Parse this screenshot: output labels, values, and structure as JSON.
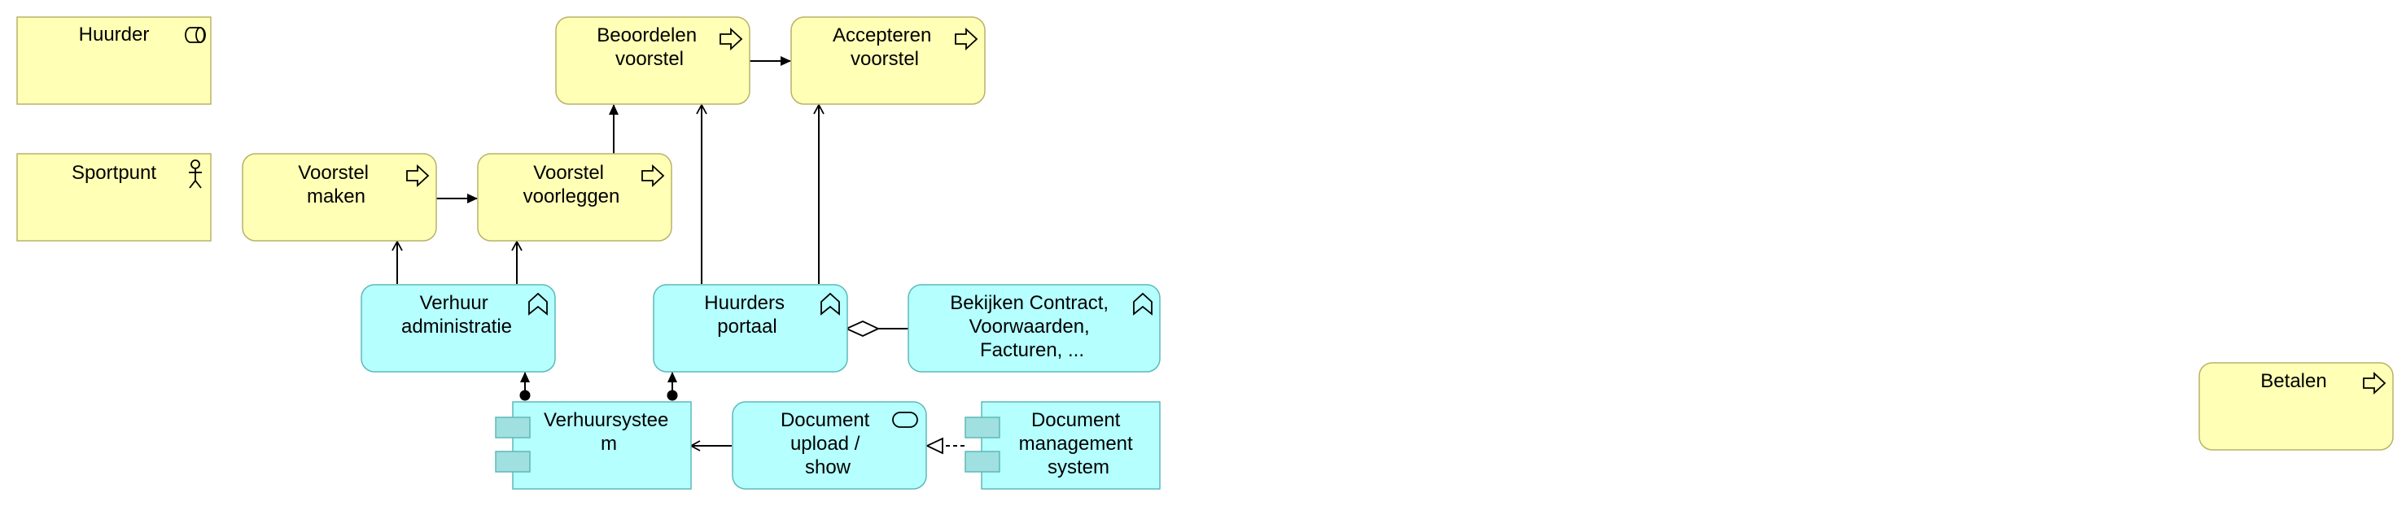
{
  "colors": {
    "business": "#FFFFB5",
    "business_border": "#B8B26A",
    "application": "#B5FFFF",
    "application_border": "#5FB8B8",
    "component_tab": "#A0E0E0",
    "line": "#000000"
  },
  "elements": {
    "huurder": {
      "label": [
        "Huurder"
      ],
      "kind": "business-role",
      "icon": "role-icon"
    },
    "sportpunt": {
      "label": [
        "Sportpunt"
      ],
      "kind": "business-actor",
      "icon": "actor-icon"
    },
    "voorstel_maken": {
      "label": [
        "Voorstel",
        "maken"
      ],
      "kind": "business-process",
      "icon": "process-arrow-icon"
    },
    "voorstel_voorleggen": {
      "label": [
        "Voorstel",
        "voorleggen"
      ],
      "kind": "business-process",
      "icon": "process-arrow-icon"
    },
    "beoordelen_voorstel": {
      "label": [
        "Beoordelen",
        "voorstel"
      ],
      "kind": "business-process",
      "icon": "process-arrow-icon"
    },
    "accepteren_voorstel": {
      "label": [
        "Accepteren",
        "voorstel"
      ],
      "kind": "business-process",
      "icon": "process-arrow-icon"
    },
    "verhuur_administratie": {
      "label": [
        "Verhuur",
        "administratie"
      ],
      "kind": "application-function",
      "icon": "function-chevron-icon"
    },
    "huurders_portaal": {
      "label": [
        "Huurders",
        "portaal"
      ],
      "kind": "application-function",
      "icon": "function-chevron-icon"
    },
    "bekijken_contract": {
      "label": [
        "Bekijken Contract,",
        "Voorwaarden,",
        "Facturen, ..."
      ],
      "kind": "application-function",
      "icon": "function-chevron-icon"
    },
    "verhuursysteem": {
      "label": [
        "Verhuursystee",
        "m"
      ],
      "kind": "application-component",
      "icon": "component-icon"
    },
    "document_upload": {
      "label": [
        "Document",
        "upload  /",
        "show"
      ],
      "kind": "application-service",
      "icon": "service-pill-icon"
    },
    "document_management": {
      "label": [
        "Document",
        "management",
        "system"
      ],
      "kind": "application-component",
      "icon": "component-icon"
    },
    "betalen": {
      "label": [
        "Betalen"
      ],
      "kind": "business-process",
      "icon": "process-arrow-icon"
    }
  }
}
